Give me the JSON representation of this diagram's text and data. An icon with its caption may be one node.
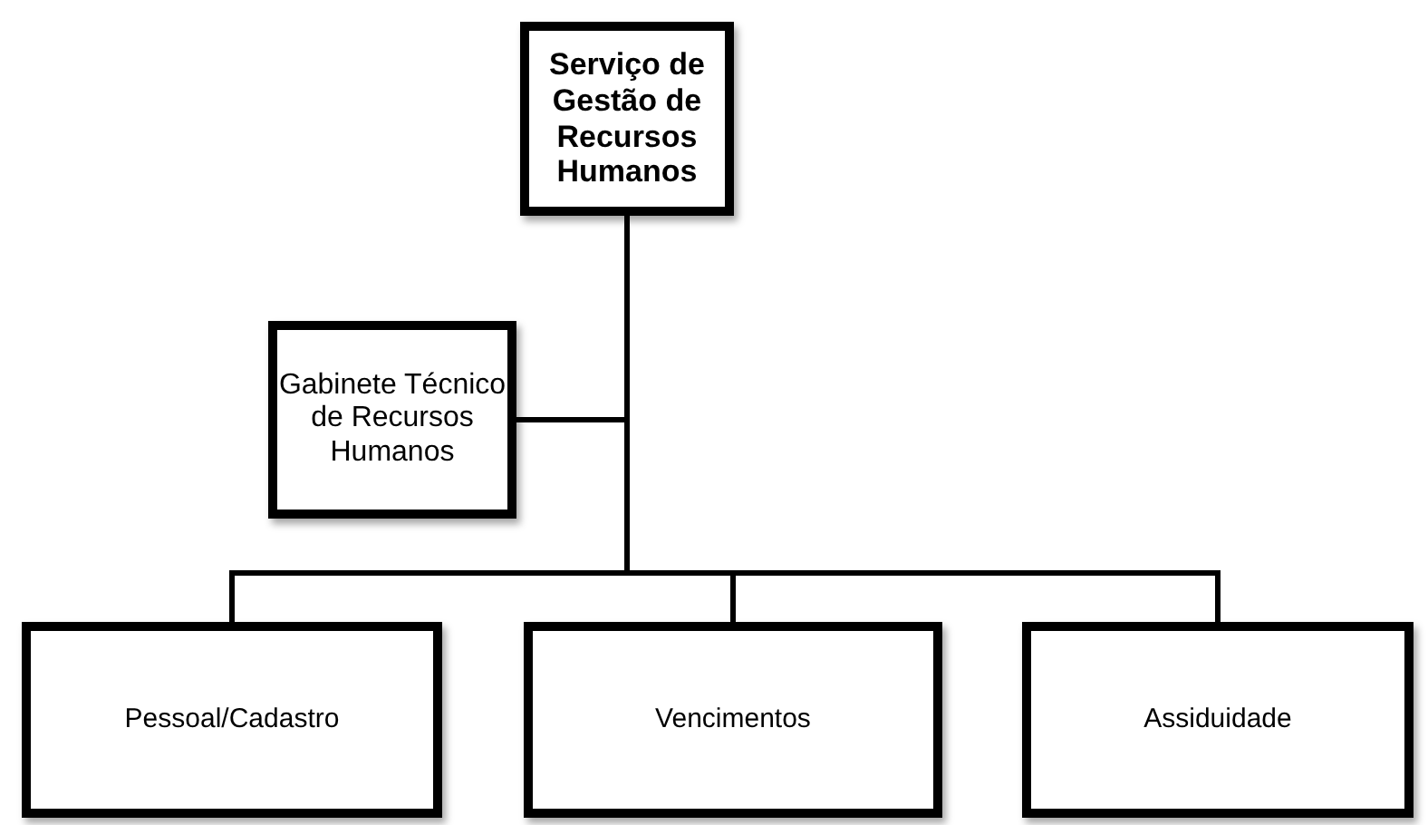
{
  "diagram": {
    "nodes": [
      {
        "text": [
          "Serviço de Gestão de Recursos Humanos"
        ]
      },
      {
        "text": [
          "Gabinete Técnico de Recursos Humanos"
        ]
      },
      {
        "text": [
          "Pessoal/Cadastro"
        ]
      },
      {
        "text": [
          "Vencimentos"
        ]
      },
      {
        "text": [
          "Assiduidade"
        ]
      }
    ],
    "edges": [
      {
        "from": 0,
        "to": 1,
        "arrow": "none"
      },
      {
        "from": 0,
        "to": 2,
        "arrow": "none"
      },
      {
        "from": 0,
        "to": 3,
        "arrow": "none"
      },
      {
        "from": 0,
        "to": 4,
        "arrow": "none"
      }
    ]
  }
}
